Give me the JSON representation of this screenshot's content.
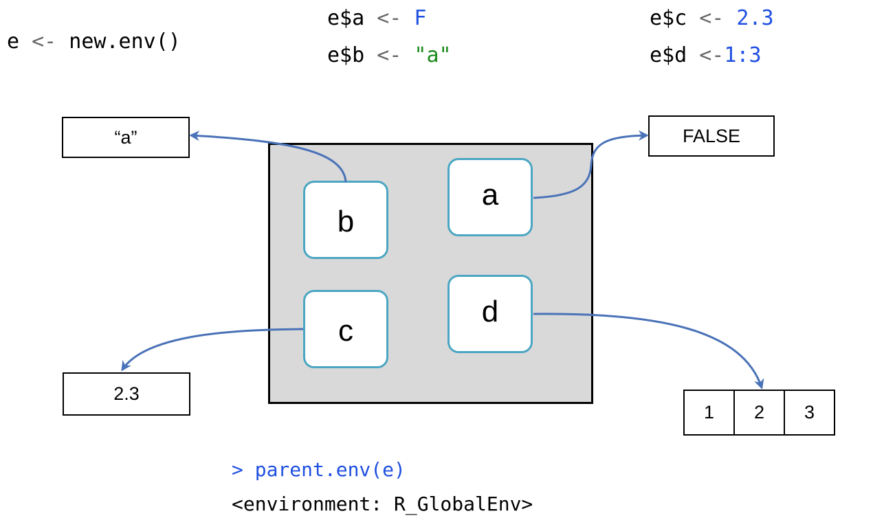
{
  "code": {
    "line_new_env": {
      "lhs": "e ",
      "op": "<-",
      "rhs": " new.env()"
    },
    "assign_a": {
      "lhs": "e$a ",
      "op": "<-",
      "rhs": " F"
    },
    "assign_b": {
      "lhs": "e$b ",
      "op": "<-",
      "rhs": " \"a\""
    },
    "assign_c": {
      "lhs": "e$c ",
      "op": "<-",
      "rhs": " 2.3"
    },
    "assign_d": {
      "lhs": "e$d ",
      "op": "<-",
      "rhs": "1:3"
    }
  },
  "environment": {
    "vars": {
      "a": "a",
      "b": "b",
      "c": "c",
      "d": "d"
    }
  },
  "values": {
    "string_a": "“a”",
    "false_val": "FALSE",
    "num_val": "2.3",
    "vector": [
      "1",
      "2",
      "3"
    ]
  },
  "console": {
    "prompt": "> parent.env(e)",
    "output": "<environment: R_GlobalEnv>"
  },
  "colors": {
    "arrow": "#4a72b8",
    "var_border": "#4aa6c2",
    "env_fill": "#d9d9d9",
    "number": "#1f4fe0",
    "string": "#1a8a1a"
  }
}
